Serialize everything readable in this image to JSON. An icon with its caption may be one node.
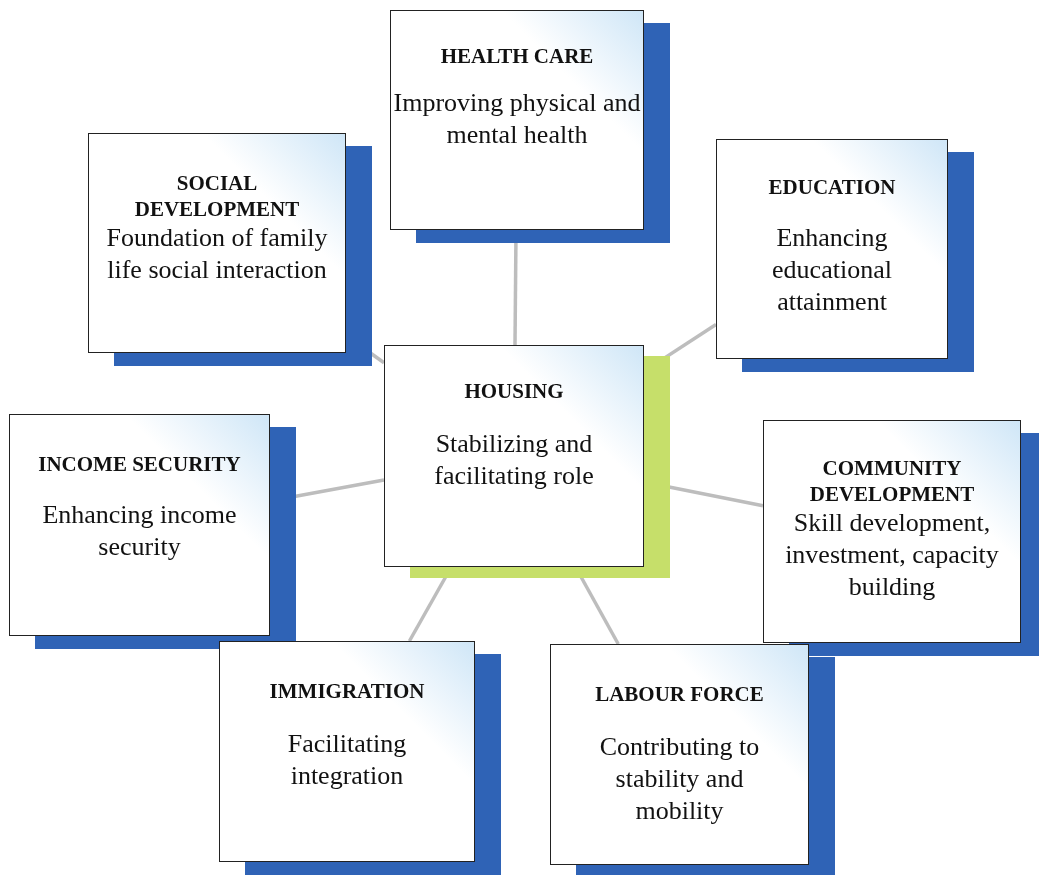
{
  "diagram": {
    "nodes": [
      {
        "text": [
          "HEALTH CARE",
          "Improving physical and mental health"
        ]
      },
      {
        "text": [
          "SOCIAL DEVELOPMENT",
          "Foundation of family life social interaction"
        ]
      },
      {
        "text": [
          "EDUCATION",
          "Enhancing educational attainment"
        ]
      },
      {
        "text": [
          "HOUSING",
          "Stabilizing and facilitating role"
        ]
      },
      {
        "text": [
          "INCOME SECURITY",
          "Enhancing income security"
        ]
      },
      {
        "text": [
          "COMMUNITY DEVELOPMENT",
          "Skill development, investment, capacity building"
        ]
      },
      {
        "text": [
          "IMMIGRATION",
          "Facilitating integration"
        ]
      },
      {
        "text": [
          "LABOUR FORCE",
          "Contributing to stability and mobility"
        ]
      }
    ],
    "edges": [
      {
        "from": 3,
        "to": 0,
        "arrow": "none"
      },
      {
        "from": 3,
        "to": 1,
        "arrow": "none"
      },
      {
        "from": 3,
        "to": 2,
        "arrow": "none"
      },
      {
        "from": 3,
        "to": 4,
        "arrow": "none"
      },
      {
        "from": 3,
        "to": 5,
        "arrow": "none"
      },
      {
        "from": 3,
        "to": 6,
        "arrow": "none"
      },
      {
        "from": 3,
        "to": 7,
        "arrow": "none"
      }
    ]
  }
}
